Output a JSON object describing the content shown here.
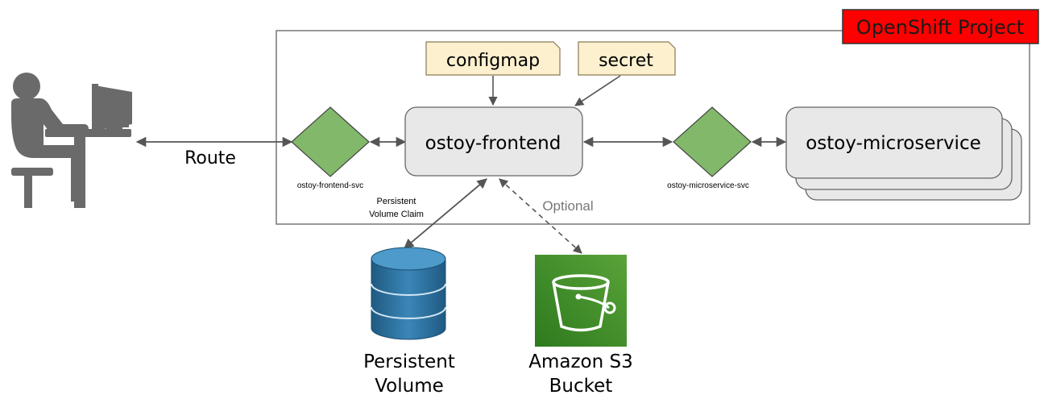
{
  "project": {
    "label": "OpenShift Project",
    "label_color": "#ff0000"
  },
  "user": {
    "icon": "user-at-computer-icon"
  },
  "route": {
    "label": "Route"
  },
  "config": {
    "configmap": "configmap",
    "secret": "secret"
  },
  "frontend": {
    "label": "ostoy-frontend"
  },
  "microservice": {
    "label": "ostoy-microservice"
  },
  "services": {
    "frontend_svc": "ostoy-frontend-svc",
    "microservice_svc": "ostoy-microservice-svc"
  },
  "pvc": {
    "line1": "Persistent",
    "line2": "Volume Claim"
  },
  "optional": {
    "label": "Optional"
  },
  "volume": {
    "line1": "Persistent",
    "line2": "Volume",
    "icon": "database-icon"
  },
  "s3": {
    "line1": "Amazon S3",
    "line2": "Bucket",
    "icon": "s3-bucket-icon"
  },
  "colors": {
    "service_diamond": "#82b86a",
    "note": "#fcf0cf",
    "pod_box": "#e8e8e8",
    "s3_green": "#3f8624",
    "db_blue": "#2b6e9a"
  }
}
